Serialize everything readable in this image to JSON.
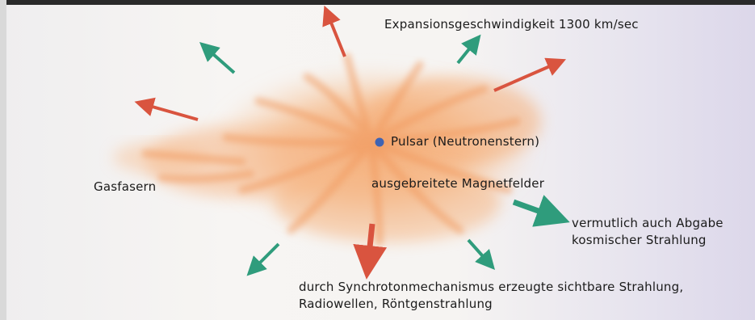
{
  "labels": {
    "expansion": "Expansionsgeschwindigkeit 1300 km/sec",
    "pulsar": "Pulsar (Neutronenstern)",
    "magnetic": "ausgebreitete Magnetfelder",
    "gas": "Gasfasern",
    "cosmic_line1": "vermutlich auch Abgabe",
    "cosmic_line2": "kosmischer Strahlung",
    "synchrotron_line1": "durch Synchrotonmechanismus erzeugte sichtbare Strahlung,",
    "synchrotron_line2": "Radiowellen, Röntgenstrahlung"
  },
  "colors": {
    "nebula": "#f2a36a",
    "pulsar_dot": "#3f63b3",
    "arrow_red": "#d9543f",
    "arrow_teal": "#2f9c7c"
  }
}
